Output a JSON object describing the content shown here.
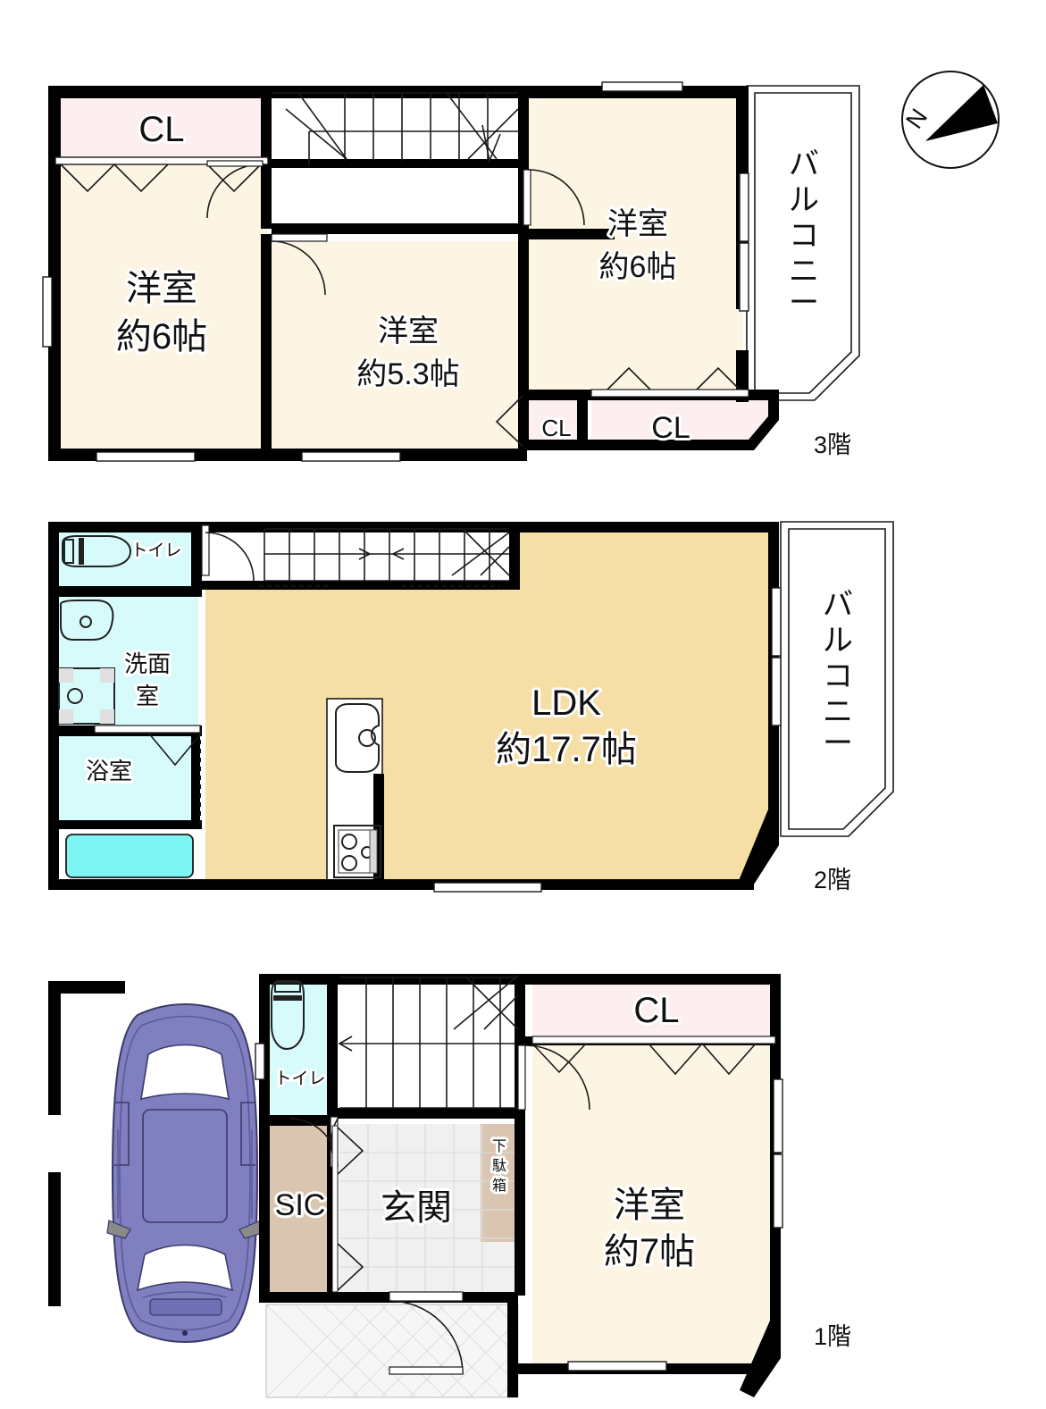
{
  "document": {
    "type": "residential-floor-plan",
    "title": "3-story house floor plan",
    "compass": {
      "label": "N",
      "direction": "north-east"
    }
  },
  "colors": {
    "wall": "#000000",
    "room_floor": "#fdf5e4",
    "closet": "#fdeef0",
    "ldk": "#f6dfa6",
    "water_area": "#d7fbfb",
    "bathtub": "#7ef4f4",
    "sic": "#d9c5b0",
    "shoe_box": "#d9c5b0",
    "entrance_tile": "#f0f0f0",
    "porch_tile": "#f4f4f4",
    "car": "#8080c0",
    "line": "#1a1a1a"
  },
  "floors": [
    {
      "id": "floor-3",
      "label": "3階",
      "rooms": [
        {
          "name": "closet-top-left",
          "label": "CL",
          "kind": "closet"
        },
        {
          "name": "western-room-left",
          "label": "洋室",
          "area": "約6帖",
          "kind": "room"
        },
        {
          "name": "western-room-middle",
          "label": "洋室",
          "area": "約5.3帖",
          "kind": "room"
        },
        {
          "name": "western-room-right",
          "label": "洋室",
          "area": "約6帖",
          "kind": "room"
        },
        {
          "name": "closet-small-bottom",
          "label": "CL",
          "kind": "closet"
        },
        {
          "name": "closet-large-bottom",
          "label": "CL",
          "kind": "closet"
        },
        {
          "name": "balcony",
          "label": "バルコニー",
          "kind": "balcony"
        },
        {
          "name": "staircase",
          "label": "",
          "kind": "stairs"
        }
      ]
    },
    {
      "id": "floor-2",
      "label": "2階",
      "rooms": [
        {
          "name": "toilet",
          "label": "トイレ",
          "kind": "water"
        },
        {
          "name": "washroom",
          "label": "洗面室",
          "kind": "water"
        },
        {
          "name": "bathroom",
          "label": "浴室",
          "kind": "water"
        },
        {
          "name": "ldk",
          "label": "LDK",
          "area": "約17.7帖",
          "kind": "ldk"
        },
        {
          "name": "balcony",
          "label": "バルコニー",
          "kind": "balcony"
        },
        {
          "name": "staircase",
          "label": "",
          "kind": "stairs"
        }
      ]
    },
    {
      "id": "floor-1",
      "label": "1階",
      "rooms": [
        {
          "name": "parking",
          "label": "",
          "kind": "parking"
        },
        {
          "name": "toilet",
          "label": "トイレ",
          "kind": "water"
        },
        {
          "name": "shoe-in-closet",
          "label": "SIC",
          "kind": "sic"
        },
        {
          "name": "entrance",
          "label": "玄関",
          "kind": "entrance"
        },
        {
          "name": "shoe-box",
          "label": "下駄箱",
          "kind": "storage"
        },
        {
          "name": "closet-top",
          "label": "CL",
          "kind": "closet"
        },
        {
          "name": "western-room",
          "label": "洋室",
          "area": "約7帖",
          "kind": "room"
        },
        {
          "name": "staircase",
          "label": "",
          "kind": "stairs"
        }
      ]
    }
  ]
}
